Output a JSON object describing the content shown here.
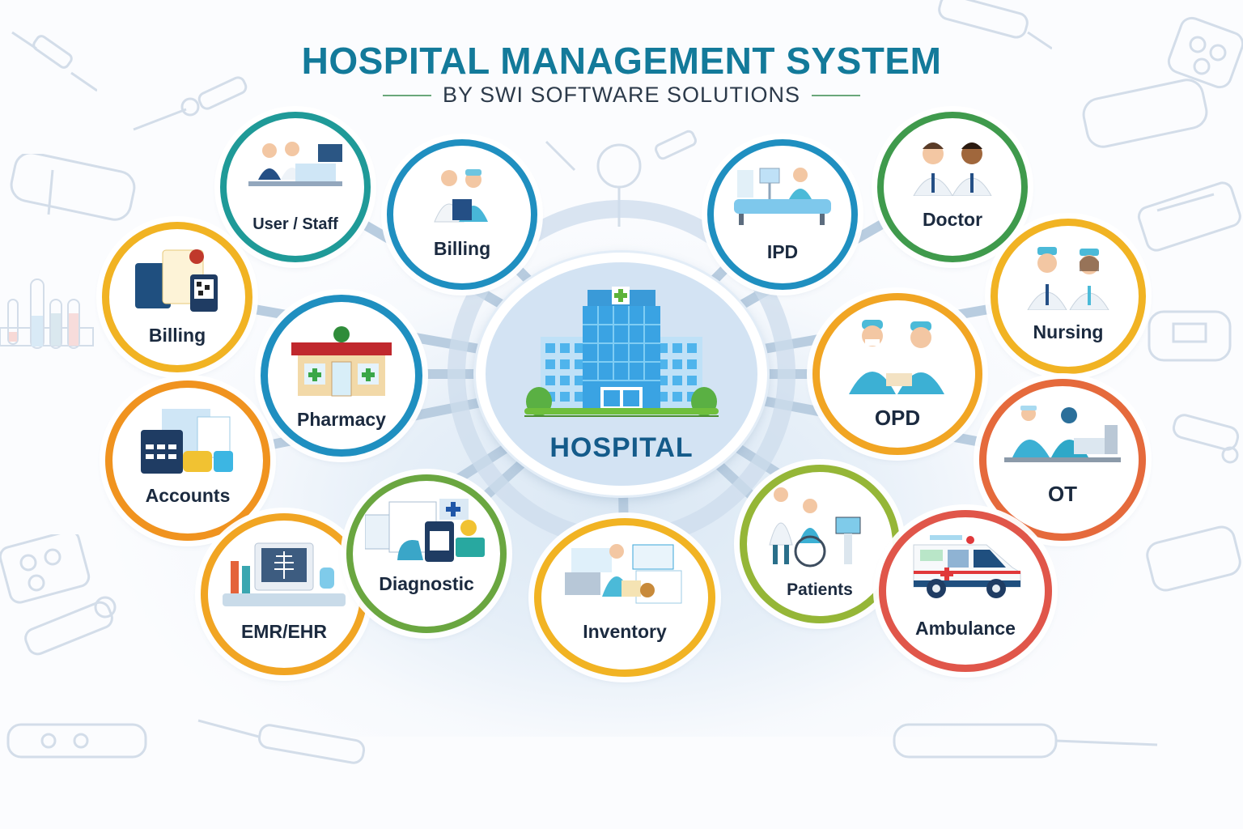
{
  "header": {
    "title": "HOSPITAL MANAGEMENT SYSTEM",
    "subtitle": "BY SWI SOFTWARE SOLUTIONS"
  },
  "hub": {
    "label": "HOSPITAL",
    "icon": "hospital-building-icon"
  },
  "colors": {
    "title": "#137a9a",
    "teal": "#1f9a98",
    "blue": "#1f8fc0",
    "yellow": "#f1b323",
    "orange": "#f0931f",
    "green": "#3f9a4c",
    "olive": "#95b637",
    "red": "#e0564a",
    "hub_fill": "#d3e3f3",
    "label_text": "#1b2a3f"
  },
  "modules": [
    {
      "id": "user-staff",
      "label": "User / Staff",
      "icon": "staff-at-desk-icon",
      "color": "#1f9a98"
    },
    {
      "id": "billing-top",
      "label": "Billing",
      "icon": "doctor-nurse-tablet-icon",
      "color": "#1f8fc0"
    },
    {
      "id": "billing-left",
      "label": "Billing",
      "icon": "invoice-qr-code-icon",
      "color": "#f1b323"
    },
    {
      "id": "pharmacy",
      "label": "Pharmacy",
      "icon": "pharmacy-store-icon",
      "color": "#1f8fc0"
    },
    {
      "id": "accounts",
      "label": "Accounts",
      "icon": "calculator-coins-icon",
      "color": "#f0931f"
    },
    {
      "id": "emr-ehr",
      "label": "EMR/EHR",
      "icon": "xray-monitor-icon",
      "color": "#f1a523"
    },
    {
      "id": "diagnostic",
      "label": "Diagnostic",
      "icon": "lab-reports-icon",
      "color": "#6aa640"
    },
    {
      "id": "inventory",
      "label": "Inventory",
      "icon": "inventory-staff-icon",
      "color": "#f1b323"
    },
    {
      "id": "ipd",
      "label": "IPD",
      "icon": "hospital-bed-icon",
      "color": "#1f8fc0"
    },
    {
      "id": "doctor",
      "label": "Doctor",
      "icon": "two-doctors-icon",
      "color": "#3f9a4c"
    },
    {
      "id": "nursing",
      "label": "Nursing",
      "icon": "two-nurses-icon",
      "color": "#f1b323"
    },
    {
      "id": "opd",
      "label": "OPD",
      "icon": "surgeons-consult-icon",
      "color": "#f1a523"
    },
    {
      "id": "ot",
      "label": "OT",
      "icon": "operation-theatre-icon",
      "color": "#e56a3c"
    },
    {
      "id": "patients",
      "label": "Patients",
      "icon": "wheelchair-patient-icon",
      "color": "#95b637"
    },
    {
      "id": "ambulance",
      "label": "Ambulance",
      "icon": "ambulance-icon",
      "color": "#e0564a"
    }
  ]
}
